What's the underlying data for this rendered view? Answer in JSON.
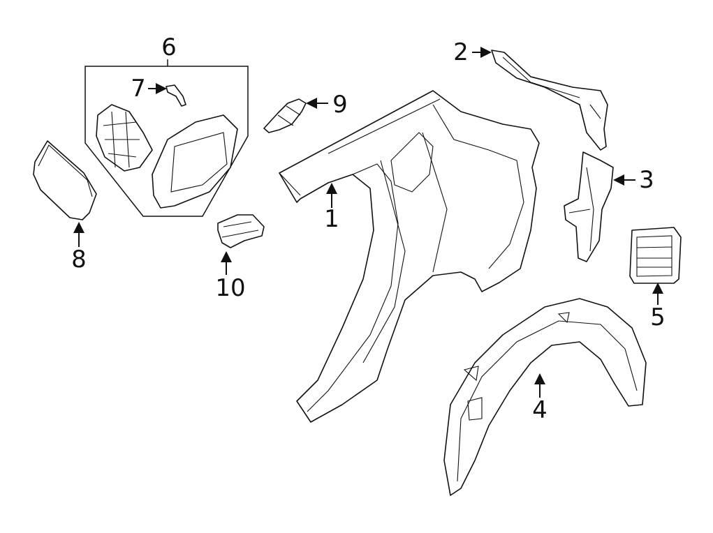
{
  "diagram": {
    "parts": [
      {
        "id": "1",
        "label": "1"
      },
      {
        "id": "2",
        "label": "2"
      },
      {
        "id": "3",
        "label": "3"
      },
      {
        "id": "4",
        "label": "4"
      },
      {
        "id": "5",
        "label": "5"
      },
      {
        "id": "6",
        "label": "6"
      },
      {
        "id": "7",
        "label": "7"
      },
      {
        "id": "8",
        "label": "8"
      },
      {
        "id": "9",
        "label": "9"
      },
      {
        "id": "10",
        "label": "10"
      }
    ],
    "line_color": "#111111",
    "background": "#ffffff"
  }
}
